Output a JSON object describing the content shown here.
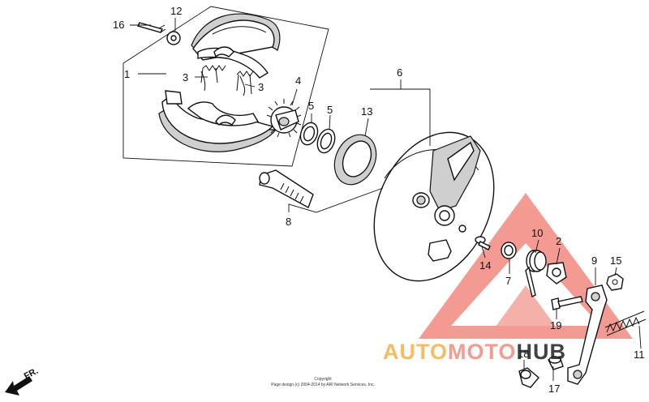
{
  "callouts": [
    {
      "id": "16",
      "text": "16"
    },
    {
      "id": "12",
      "text": "12"
    },
    {
      "id": "1",
      "text": "1"
    },
    {
      "id": "3a",
      "text": "3"
    },
    {
      "id": "3b",
      "text": "3"
    },
    {
      "id": "4",
      "text": "4"
    },
    {
      "id": "5a",
      "text": "5"
    },
    {
      "id": "5b",
      "text": "5"
    },
    {
      "id": "13",
      "text": "13"
    },
    {
      "id": "6",
      "text": "6"
    },
    {
      "id": "8",
      "text": "8"
    },
    {
      "id": "14",
      "text": "14"
    },
    {
      "id": "7",
      "text": "7"
    },
    {
      "id": "10",
      "text": "10"
    },
    {
      "id": "2",
      "text": "2"
    },
    {
      "id": "9",
      "text": "9"
    },
    {
      "id": "15",
      "text": "15"
    },
    {
      "id": "19",
      "text": "19"
    },
    {
      "id": "11",
      "text": "11"
    },
    {
      "id": "18",
      "text": "18"
    },
    {
      "id": "17",
      "text": "17"
    }
  ],
  "direction_label": "FR.",
  "copyright_line1": "Copyright",
  "copyright_line2": "Page design (c) 2004-2014 by ARI Network Services, Inc.",
  "watermark": {
    "text_auto": "AUTO",
    "text_moto": "MOTO",
    "text_hub": "HUB",
    "color_auto": "#f5b14a",
    "color_moto": "#f08a7e",
    "color_hub": "#222222",
    "triangle_color": "#f07a70"
  }
}
